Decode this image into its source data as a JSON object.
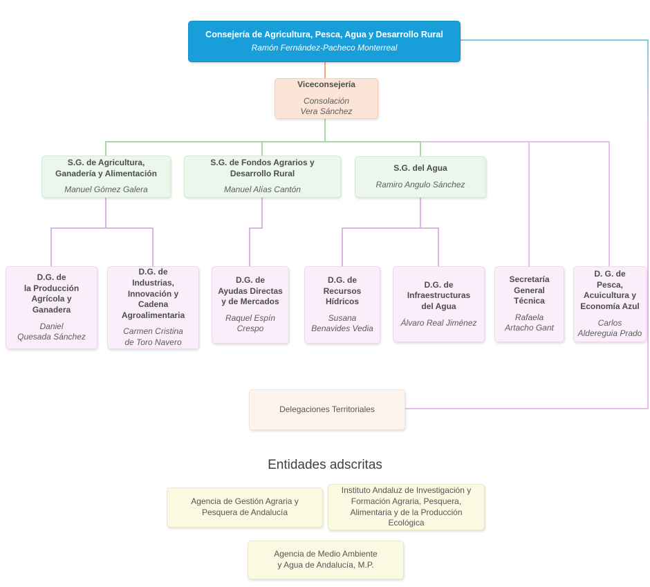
{
  "nodes": {
    "root": {
      "title": "Consejería de Agricultura, Pesca, Agua y Desarrollo Rural",
      "name": "Ramón Fernández-Pacheco Monterreal"
    },
    "vice": {
      "title": "Viceconsejería",
      "name": "Consolación\nVera Sánchez"
    },
    "sg": [
      {
        "title": "S.G. de Agricultura,\nGanadería y Alimentación",
        "name": "Manuel Gómez Galera"
      },
      {
        "title": "S.G. de Fondos Agrarios y\nDesarrollo Rural",
        "name": "Manuel Alías Cantón"
      },
      {
        "title": "S.G. del Agua",
        "name": "Ramiro Angulo Sánchez"
      }
    ],
    "dg": [
      {
        "title": "D.G. de\nla Producción\nAgrícola y\nGanadera",
        "name": "Daniel\nQuesada Sánchez"
      },
      {
        "title": "D.G. de\nIndustrias,\nInnovación y\nCadena\nAgroalimentaria",
        "name": "Carmen Cristina\nde Toro Navero"
      },
      {
        "title": "D.G. de\nAyudas Directas\ny de Mercados",
        "name": "Raquel Espín\nCrespo"
      },
      {
        "title": "D.G. de\nRecursos\nHídricos",
        "name": "Susana\nBenavides Vedia"
      },
      {
        "title": "D.G. de\nInfraestructuras\ndel Agua",
        "name": "Álvaro Real Jiménez"
      },
      {
        "title": "Secretaría\nGeneral\nTécnica",
        "name": "Rafaela\nArtacho Gant"
      },
      {
        "title": "D. G. de\nPesca,\nAcuicultura y\nEconomía Azul",
        "name": "Carlos\nAldereguia Prado"
      }
    ],
    "delegaciones": {
      "title": "Delegaciones Territoriales"
    }
  },
  "sections": {
    "entities_heading": "Entidades adscritas"
  },
  "entities": [
    {
      "title": "Agencia de Gestión Agraria y\nPesquera de Andalucía"
    },
    {
      "title": "Instituto Andaluz de Investigación y\nFormación Agraria, Pesquera,\nAlimentaria y de la Producción\nEcológica"
    },
    {
      "title": "Agencia de Medio Ambiente\ny Agua de Andalucía, M.P."
    }
  ],
  "colors": {
    "root_fill": "#189ed9",
    "vice_fill": "#fce5d7",
    "sg_fill": "#ebf7ed",
    "dg_fill": "#fbeefb",
    "delegaciones_fill": "#fdf4ed",
    "entity_fill": "#fafae3",
    "line_orange": "#f2a477",
    "line_green": "#a6d9a7",
    "line_lavender": "#dcb3e6",
    "line_pink": "#e9c0e6",
    "line_teal": "#7ec9e8"
  }
}
